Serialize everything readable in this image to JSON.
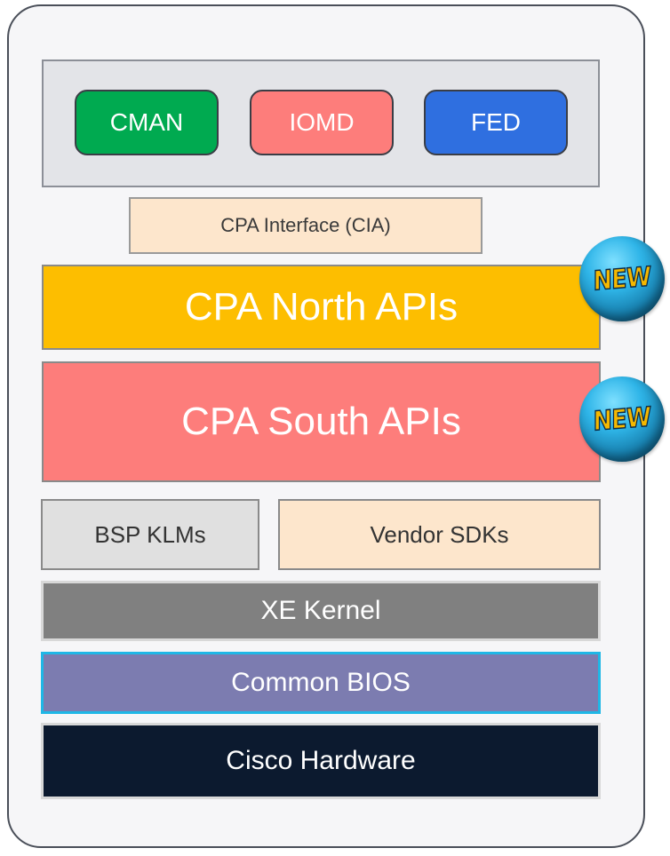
{
  "apps": [
    {
      "label": "CMAN",
      "color": "#00aa50"
    },
    {
      "label": "IOMD",
      "color": "#fd7d7b"
    },
    {
      "label": "FED",
      "color": "#2f6fe0"
    }
  ],
  "layers": {
    "cia": "CPA Interface (CIA)",
    "north": "CPA North APIs",
    "south": "CPA South APIs",
    "bsp": "BSP KLMs",
    "vendor": "Vendor SDKs",
    "kernel": "XE Kernel",
    "bios": "Common BIOS",
    "hardware": "Cisco Hardware"
  },
  "badges": {
    "north_badge": "NEW",
    "south_badge": "NEW"
  },
  "colors": {
    "north": "#fdbe00",
    "south": "#fd7d7b",
    "bios_border": "#1fb7e6",
    "hardware": "#0c1a2f"
  }
}
